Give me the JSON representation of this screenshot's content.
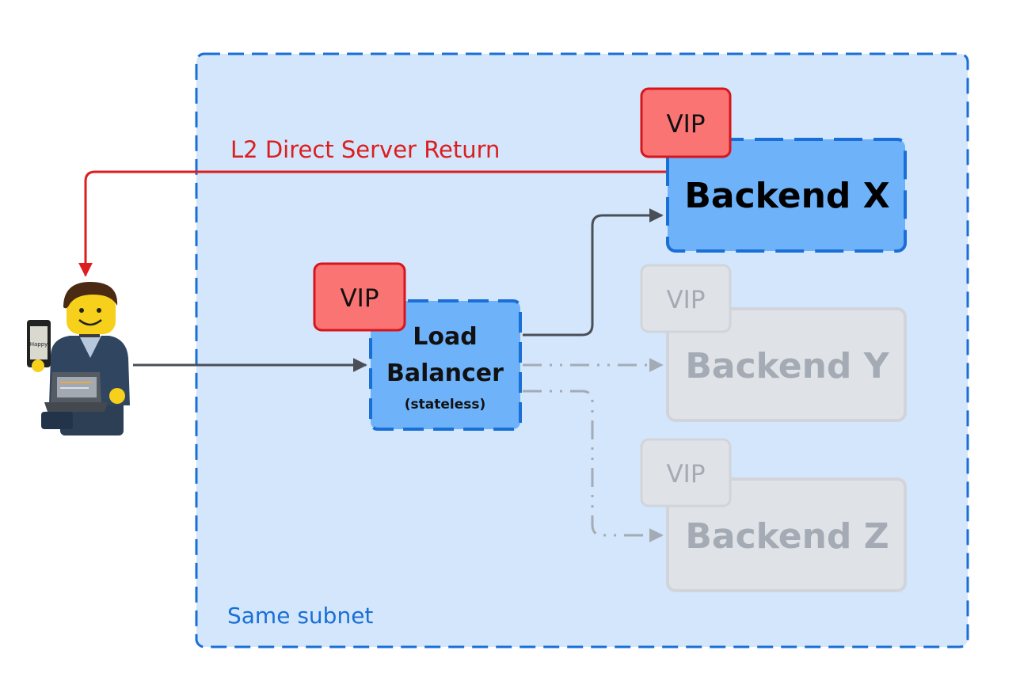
{
  "subnet": {
    "label": "Same subnet"
  },
  "return_path": {
    "label": "L2 Direct Server Return"
  },
  "client": {
    "icon": "person-with-laptop-and-phone-icon",
    "phone_text": "Happy"
  },
  "load_balancer": {
    "line1": "Load",
    "line2": "Balancer",
    "note": "(stateless)",
    "vip": "VIP"
  },
  "backends": [
    {
      "name": "Backend X",
      "vip": "VIP",
      "state": "active"
    },
    {
      "name": "Backend Y",
      "vip": "VIP",
      "state": "inactive"
    },
    {
      "name": "Backend Z",
      "vip": "VIP",
      "state": "inactive"
    }
  ],
  "colors": {
    "subnet_fill": "#d3e6fb",
    "subnet_border": "#1a6fd6",
    "box_fill": "#6eb3fa",
    "box_border": "#1a6fd6",
    "vip_fill": "#fb7474",
    "vip_border": "#d7151c",
    "return_path": "#dc1e1e",
    "inactive_fill": "#dfe2e7",
    "inactive_border": "#d1d5db",
    "inactive_text": "#a5abb4",
    "arrow": "#4a4e57",
    "arrow_inactive": "#a5abb4"
  }
}
